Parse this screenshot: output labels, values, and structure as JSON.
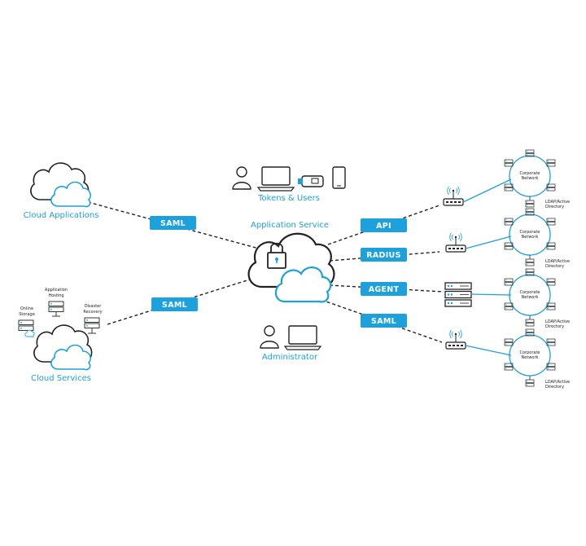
{
  "labels": {
    "cloud_applications": "Cloud Applications",
    "cloud_services": "Cloud Services",
    "application_service": "Application Service",
    "tokens_users": "Tokens & Users",
    "administrator": "Administrator",
    "online_storage": [
      "Online",
      "Storage"
    ],
    "application_hosting": [
      "Application",
      "Hosting"
    ],
    "disaster_recovery": [
      "Disaster",
      "Recovery"
    ]
  },
  "protocols": {
    "saml_top": "SAML",
    "saml_bottom": "SAML",
    "api": "API",
    "radius": "RADIUS",
    "agent": "AGENT",
    "saml_right": "SAML"
  },
  "networks": [
    {
      "corporate": [
        "Corporate",
        "Network"
      ],
      "ldap": [
        "LDAP/Active",
        "Directory"
      ]
    },
    {
      "corporate": [
        "Corporate",
        "Network"
      ],
      "ldap": [
        "LDAP/Active",
        "Directory"
      ]
    },
    {
      "corporate": [
        "Corporate",
        "Network"
      ],
      "ldap": [
        "LDAP/Active",
        "Directory"
      ]
    },
    {
      "corporate": [
        "Corporate",
        "Network"
      ],
      "ldap": [
        "LDAP/Active",
        "Directory"
      ]
    }
  ],
  "colors": {
    "accent": "#1da1dc",
    "line": "#222222",
    "tag_text": "#ffffff"
  }
}
